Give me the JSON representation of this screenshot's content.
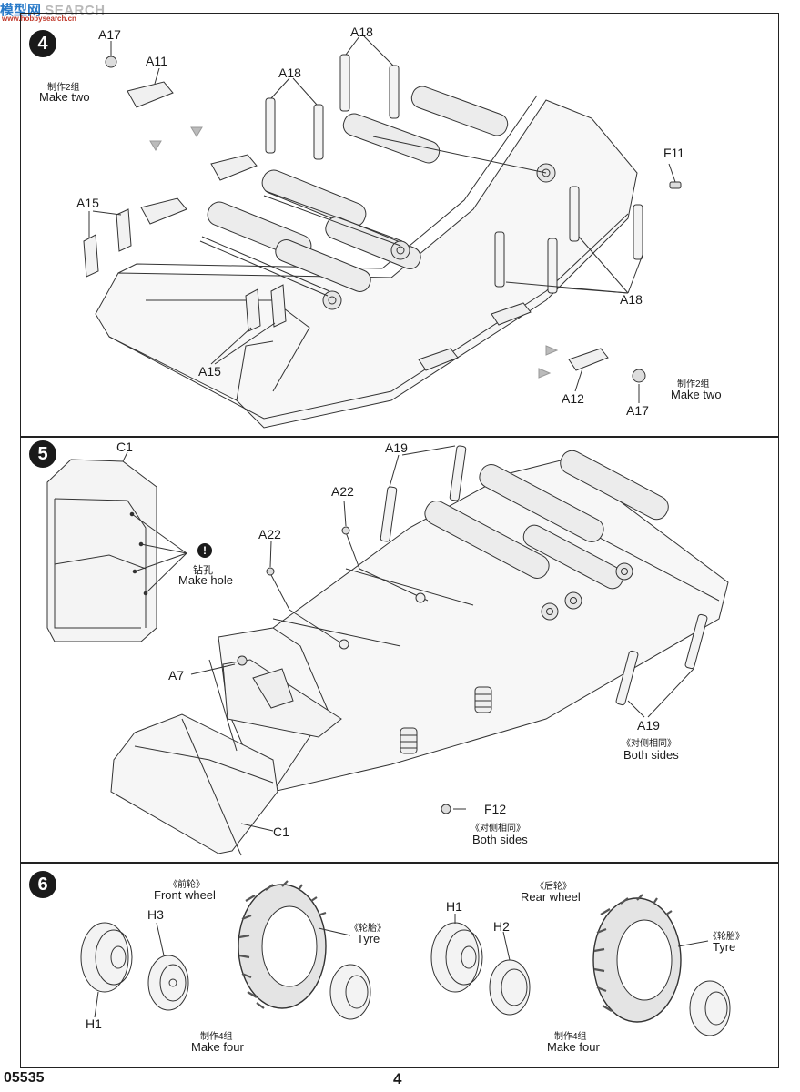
{
  "watermark": {
    "brand": "模型网",
    "search": "SEARCH",
    "url": "www.hobbysearch.cn"
  },
  "footer": {
    "code": "05535",
    "page": "4"
  },
  "steps": {
    "s4": {
      "number": "4",
      "labels": {
        "a17_top": "A17",
        "a11": "A11",
        "a18_top": "A18",
        "a18_left": "A18",
        "f11": "F11",
        "a15_top": "A15",
        "a15_bottom": "A15",
        "a18_right": "A18",
        "a12": "A12",
        "a17_bottom": "A17"
      },
      "note_left": {
        "zh": "制作2组",
        "en": "Make two"
      },
      "note_right": {
        "zh": "制作2组",
        "en": "Make two"
      }
    },
    "s5": {
      "number": "5",
      "labels": {
        "c1_top": "C1",
        "a19_top": "A19",
        "a22_top": "A22",
        "a22_left": "A22",
        "a7": "A7",
        "a19_bottom": "A19",
        "f12": "F12",
        "c1_bottom": "C1"
      },
      "drill": {
        "icon": "!",
        "zh": "钻孔",
        "en": "Make hole"
      },
      "both_sides_1": {
        "zh": "《对侧相同》",
        "en": "Both sides"
      },
      "both_sides_2": {
        "zh": "《对侧相同》",
        "en": "Both sides"
      }
    },
    "s6": {
      "number": "6",
      "front": {
        "zh": "《前轮》",
        "en": "Front wheel"
      },
      "rear": {
        "zh": "《后轮》",
        "en": "Rear wheel"
      },
      "tyre_left": {
        "zh": "《轮胎》",
        "en": "Tyre"
      },
      "tyre_right": {
        "zh": "《轮胎》",
        "en": "Tyre"
      },
      "labels": {
        "h3": "H3",
        "h1_left": "H1",
        "h1_right": "H1",
        "h2": "H2"
      },
      "make_four_left": {
        "zh": "制作4组",
        "en": "Make four"
      },
      "make_four_right": {
        "zh": "制作4组",
        "en": "Make four"
      }
    }
  }
}
